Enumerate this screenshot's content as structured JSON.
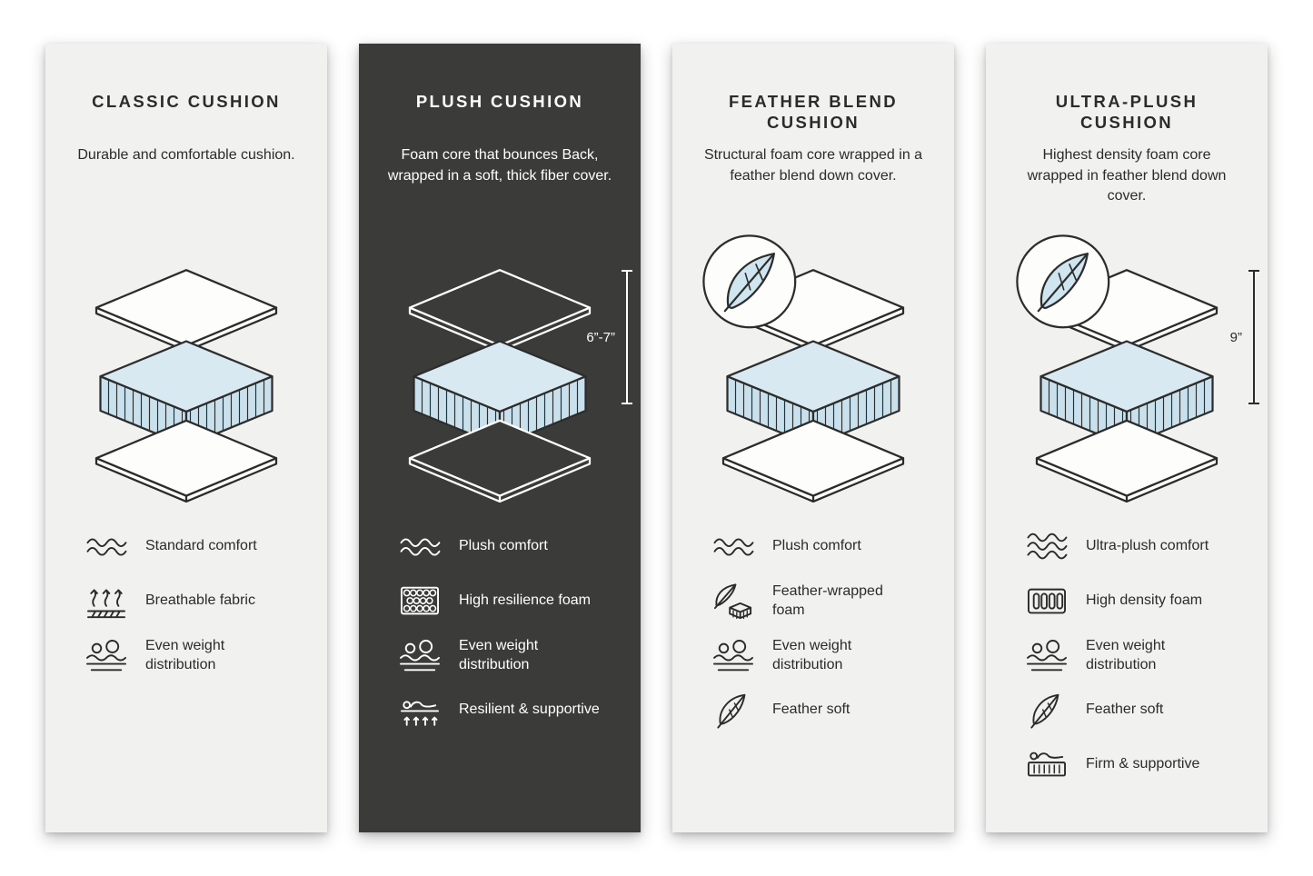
{
  "colors": {
    "page_background": "#ffffff",
    "card_light_background": "#f1f1ef",
    "card_dark_background": "#3b3b39",
    "text_dark": "#2b2b2b",
    "text_on_dark": "#ffffff",
    "foam_top": "#d8e9f2",
    "foam_side": "#c9e1ed",
    "outline": "#2d2d2d"
  },
  "cards": [
    {
      "id": "classic-cushion",
      "theme": "light",
      "title": "CLASSIC CUSHION",
      "description": "Durable and comfortable cushion.",
      "diagram": {
        "layers": [
          "top cover",
          "foam core",
          "bottom cover"
        ],
        "feather_badge": false,
        "measurement": ""
      },
      "features": [
        {
          "icon": "wave-icon",
          "label": "Standard comfort"
        },
        {
          "icon": "breathable-fabric-icon",
          "label": "Breathable fabric"
        },
        {
          "icon": "weight-distribution-icon",
          "label": "Even weight distribution"
        }
      ]
    },
    {
      "id": "plush-cushion",
      "theme": "dark",
      "title": "PLUSH CUSHION",
      "description": "Foam core that bounces Back, wrapped in a soft, thick fiber cover.",
      "diagram": {
        "layers": [
          "top cover",
          "foam core",
          "bottom cover"
        ],
        "feather_badge": false,
        "measurement": "6”-7”"
      },
      "features": [
        {
          "icon": "wave-icon",
          "label": "Plush comfort"
        },
        {
          "icon": "foam-cells-icon",
          "label": "High resilience foam"
        },
        {
          "icon": "weight-distribution-icon",
          "label": "Even weight distribution"
        },
        {
          "icon": "resilient-supportive-icon",
          "label": "Resilient & supportive"
        }
      ]
    },
    {
      "id": "feather-blend-cushion",
      "theme": "light",
      "title": "FEATHER BLEND CUSHION",
      "description": "Structural foam core wrapped in a feather blend down cover.",
      "diagram": {
        "layers": [
          "top cover",
          "foam core",
          "bottom cover"
        ],
        "feather_badge": true,
        "measurement": ""
      },
      "features": [
        {
          "icon": "wave-icon",
          "label": "Plush comfort"
        },
        {
          "icon": "feather-wrapped-foam-icon",
          "label": "Feather-wrapped foam"
        },
        {
          "icon": "weight-distribution-icon",
          "label": "Even weight distribution"
        },
        {
          "icon": "feather-icon",
          "label": "Feather soft"
        }
      ]
    },
    {
      "id": "ultra-plush-cushion",
      "theme": "light",
      "title": "ULTRA-PLUSH CUSHION",
      "description": "Highest density foam core wrapped in feather blend down cover.",
      "diagram": {
        "layers": [
          "top cover",
          "foam core",
          "bottom cover"
        ],
        "feather_badge": true,
        "measurement": "9”"
      },
      "features": [
        {
          "icon": "wave-icon",
          "label": "Ultra-plush comfort"
        },
        {
          "icon": "high-density-foam-icon",
          "label": "High density foam"
        },
        {
          "icon": "weight-distribution-icon",
          "label": "Even weight distribution"
        },
        {
          "icon": "feather-icon",
          "label": "Feather soft"
        },
        {
          "icon": "firm-supportive-icon",
          "label": "Firm & supportive"
        }
      ]
    }
  ]
}
